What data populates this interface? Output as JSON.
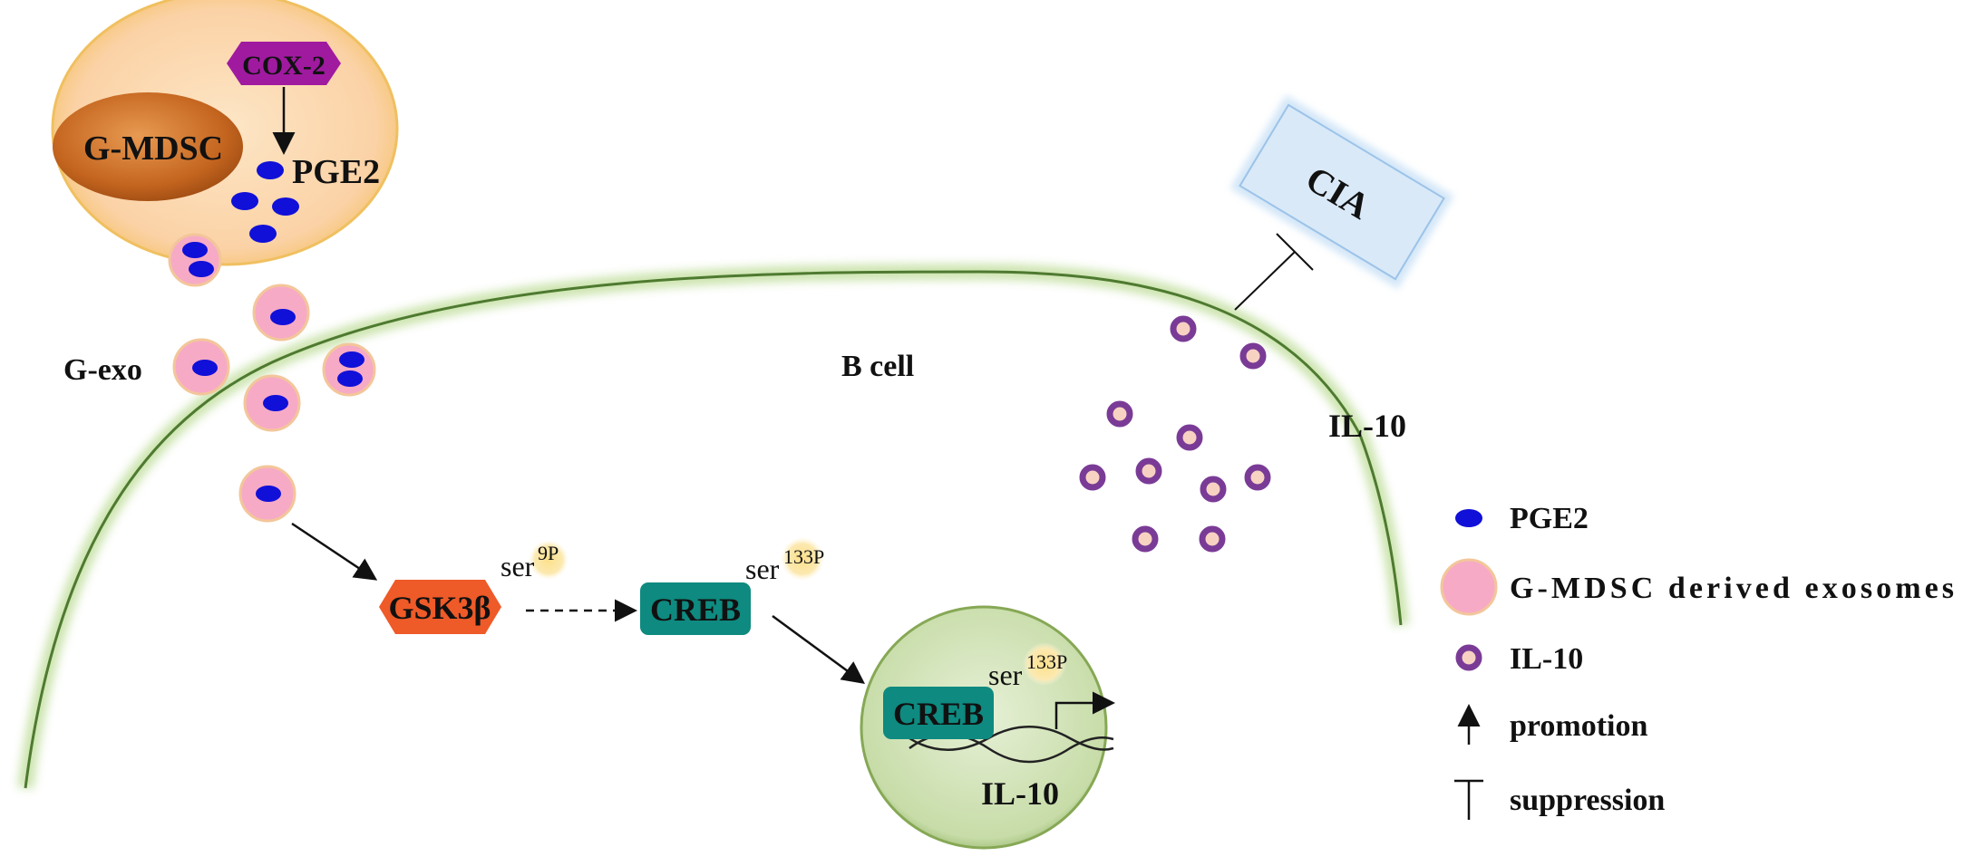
{
  "labels": {
    "cox2": "COX-2",
    "gmdsc": "G-MDSC",
    "pge2": "PGE2",
    "gexo": "G-exo",
    "bcell": "B cell",
    "cia": "CIA",
    "il10_outside": "IL-10",
    "gsk3b": "GSK3β",
    "creb_cytoplasm": "CREB",
    "creb_nucleus": "CREB",
    "il10_nucleus": "IL-10",
    "ser_base": "ser",
    "gsk_phospho": "9P",
    "creb_phospho": "133P",
    "creb_nucleus_phospho": "133P"
  },
  "legend": {
    "items": [
      {
        "name": "pge2",
        "label": "PGE2"
      },
      {
        "name": "exosome",
        "label": "G-MDSC derived exosomes"
      },
      {
        "name": "il10",
        "label": "IL-10"
      },
      {
        "name": "promotion",
        "label": "promotion"
      },
      {
        "name": "suppression",
        "label": "suppression"
      }
    ]
  },
  "colors": {
    "pge2": "#1010d8",
    "exosome": "#f7aac6",
    "il10_ring": "#7a3b96",
    "il10_center": "#f7d2c2",
    "cell_membrane": "#4e7a30",
    "membrane_glow": "#c8e2a8",
    "nucleus": "#cfe3b4",
    "gsk3b": "#ee5a28",
    "creb": "#0e8a80",
    "cox2": "#a01aa0",
    "gmdsc_cell": "#fbd9b2",
    "gmdsc_nucleus": "#c0601c",
    "cia_box": "#d9e9f8",
    "phospho": "#fde38a"
  }
}
